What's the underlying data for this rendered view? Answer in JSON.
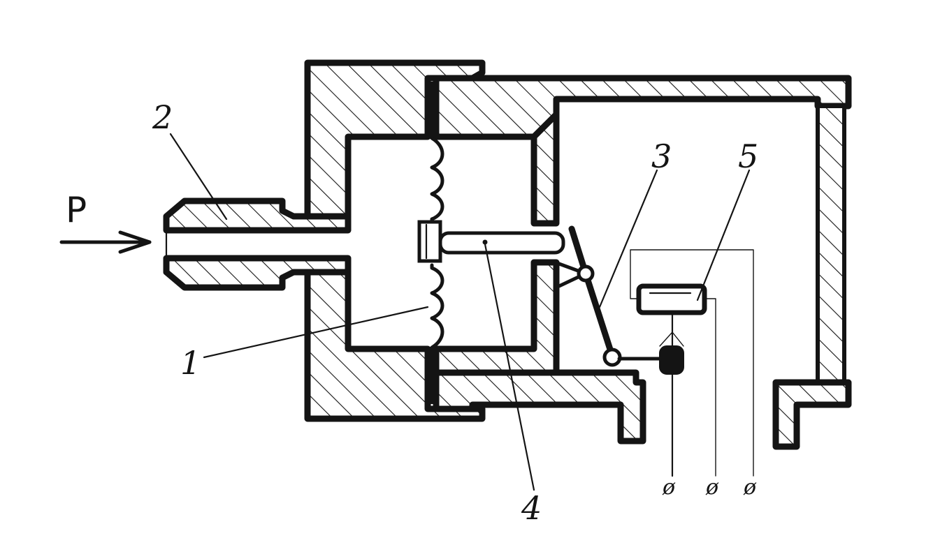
{
  "input": {
    "label": "P"
  },
  "callouts": [
    {
      "id": "diaphragm",
      "label": "1"
    },
    {
      "id": "fitting",
      "label": "2"
    },
    {
      "id": "lever",
      "label": "3"
    },
    {
      "id": "rod",
      "label": "4"
    },
    {
      "id": "sensor",
      "label": "5"
    }
  ],
  "terminals": [
    {
      "id": "terminal-1",
      "label": "ø"
    },
    {
      "id": "terminal-2",
      "label": "ø"
    },
    {
      "id": "terminal-3",
      "label": "ø"
    }
  ]
}
